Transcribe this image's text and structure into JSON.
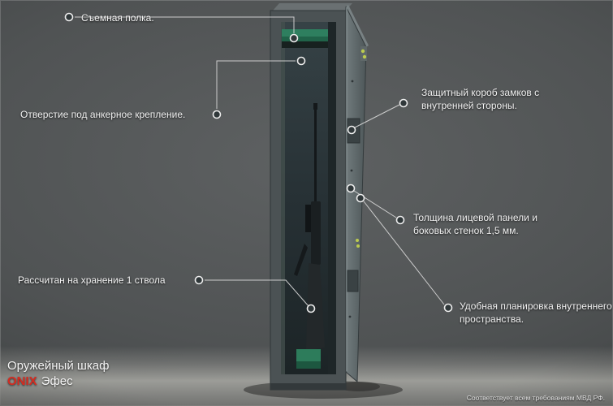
{
  "title": {
    "line1": "Оружейный шкаф",
    "brand": "ONIX",
    "model": "Эфес"
  },
  "footer_note": "Соответствует всем требованиям МВД РФ.",
  "callouts": {
    "shelf": {
      "text": "Съемная полка."
    },
    "anchor": {
      "text": "Отверстие под анкерное крепление."
    },
    "storage": {
      "text": "Рассчитан на хранение 1 ствола"
    },
    "lockbox": {
      "text": "Защитный короб  замков с внутренней стороны."
    },
    "thickness": {
      "text": "Толщина лицевой панели и боковых стенок 1,5 мм."
    },
    "layout": {
      "text": "Удобная планировка внутреннего пространства."
    }
  },
  "colors": {
    "background": "#505354",
    "brand_red": "#d62b20",
    "shelf_green": "#2e7f5f",
    "hinge_dot": "#bccb4f",
    "callout_line": "#d9d9d9"
  }
}
